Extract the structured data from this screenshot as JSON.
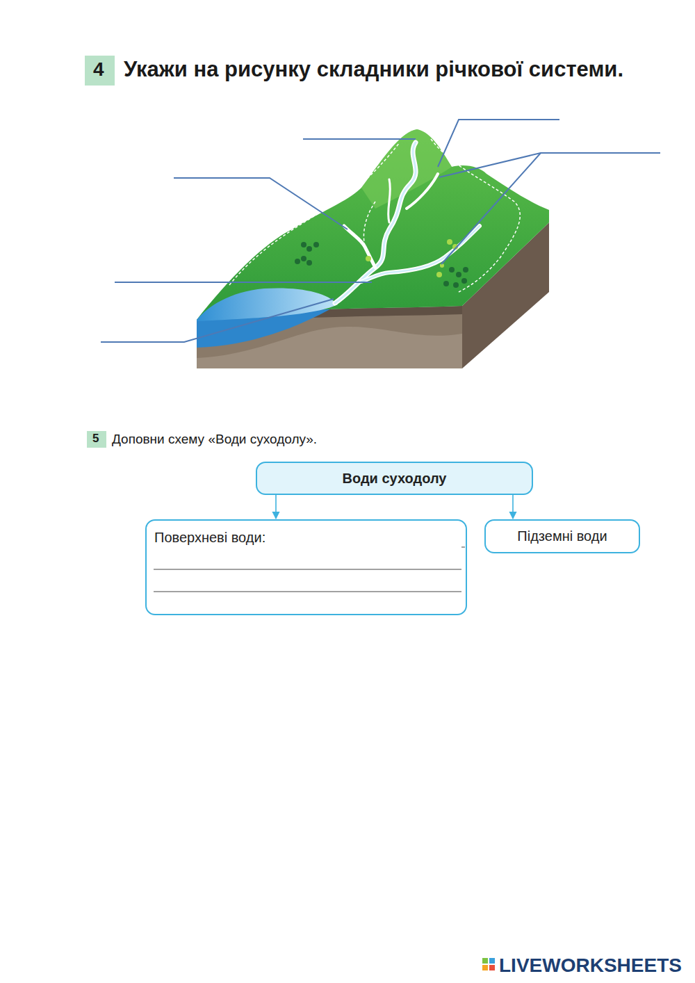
{
  "diagram": {
    "title": "Доповни схему «Води суходолу».",
    "nodes": [
      {
        "text": [
          "Води суходолу"
        ]
      },
      {
        "text": [
          "Поверхневі води:"
        ]
      },
      {
        "text": [
          "Підземні води"
        ]
      }
    ],
    "edges": [
      {
        "from": 0,
        "to": 1,
        "arrow": "to"
      },
      {
        "from": 0,
        "to": 2,
        "arrow": "to"
      }
    ],
    "labels": [
      "4",
      "Укажи на рисунку складники річкової системи.",
      "5",
      "LIVEWORKSHEETS"
    ]
  }
}
